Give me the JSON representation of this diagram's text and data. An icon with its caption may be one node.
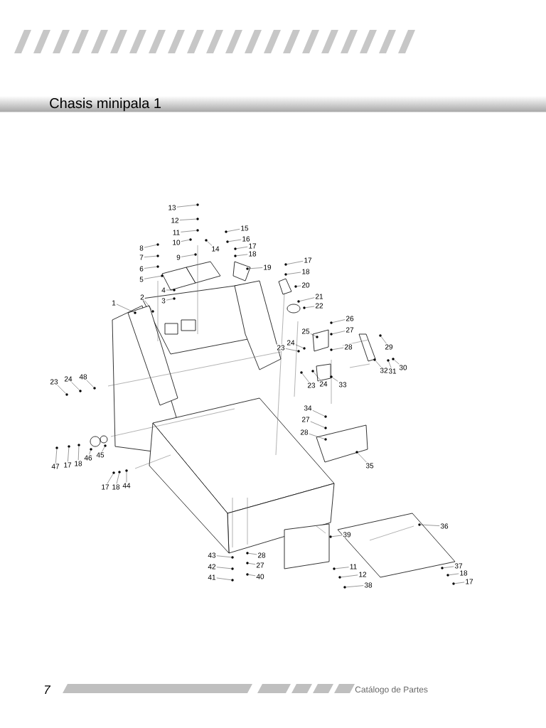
{
  "diagram": {
    "title": "Chasis minipala 1",
    "nodes": [
      {
        "text": [
          "13"
        ]
      },
      {
        "text": [
          "12"
        ]
      },
      {
        "text": [
          "11"
        ]
      },
      {
        "text": [
          "10"
        ]
      },
      {
        "text": [
          "14"
        ]
      },
      {
        "text": [
          "15"
        ]
      },
      {
        "text": [
          "16"
        ]
      },
      {
        "text": [
          "17"
        ]
      },
      {
        "text": [
          "18"
        ]
      },
      {
        "text": [
          "19"
        ]
      },
      {
        "text": [
          "9"
        ]
      },
      {
        "text": [
          "8"
        ]
      },
      {
        "text": [
          "7"
        ]
      },
      {
        "text": [
          "6"
        ]
      },
      {
        "text": [
          "5"
        ]
      },
      {
        "text": [
          "4"
        ]
      },
      {
        "text": [
          "3"
        ]
      },
      {
        "text": [
          "2"
        ]
      },
      {
        "text": [
          "1"
        ]
      },
      {
        "text": [
          "17"
        ]
      },
      {
        "text": [
          "18"
        ]
      },
      {
        "text": [
          "20"
        ]
      },
      {
        "text": [
          "21"
        ]
      },
      {
        "text": [
          "22"
        ]
      },
      {
        "text": [
          "26"
        ]
      },
      {
        "text": [
          "27"
        ]
      },
      {
        "text": [
          "28"
        ]
      },
      {
        "text": [
          "25"
        ]
      },
      {
        "text": [
          "24"
        ]
      },
      {
        "text": [
          "23"
        ]
      },
      {
        "text": [
          "29"
        ]
      },
      {
        "text": [
          "30"
        ]
      },
      {
        "text": [
          "31"
        ]
      },
      {
        "text": [
          "32"
        ]
      },
      {
        "text": [
          "33"
        ]
      },
      {
        "text": [
          "23"
        ]
      },
      {
        "text": [
          "24"
        ]
      },
      {
        "text": [
          "23"
        ]
      },
      {
        "text": [
          "24"
        ]
      },
      {
        "text": [
          "48"
        ]
      },
      {
        "text": [
          "47"
        ]
      },
      {
        "text": [
          "17"
        ]
      },
      {
        "text": [
          "18"
        ]
      },
      {
        "text": [
          "46"
        ]
      },
      {
        "text": [
          "45"
        ]
      },
      {
        "text": [
          "17"
        ]
      },
      {
        "text": [
          "18"
        ]
      },
      {
        "text": [
          "44"
        ]
      },
      {
        "text": [
          "34"
        ]
      },
      {
        "text": [
          "27"
        ]
      },
      {
        "text": [
          "28"
        ]
      },
      {
        "text": [
          "35"
        ]
      },
      {
        "text": [
          "36"
        ]
      },
      {
        "text": [
          "39"
        ]
      },
      {
        "text": [
          "11"
        ]
      },
      {
        "text": [
          "12"
        ]
      },
      {
        "text": [
          "38"
        ]
      },
      {
        "text": [
          "37"
        ]
      },
      {
        "text": [
          "18"
        ]
      },
      {
        "text": [
          "17"
        ]
      },
      {
        "text": [
          "43"
        ]
      },
      {
        "text": [
          "42"
        ]
      },
      {
        "text": [
          "41"
        ]
      },
      {
        "text": [
          "28"
        ]
      },
      {
        "text": [
          "27"
        ]
      },
      {
        "text": [
          "40"
        ]
      },
      {
        "text": [],
        "shape": "circle"
      },
      {
        "text": [],
        "shape": "circle"
      },
      {
        "text": [],
        "shape": "circle"
      },
      {
        "text": [],
        "shape": "circle"
      },
      {
        "text": [],
        "shape": "circle"
      },
      {
        "text": [],
        "shape": "circle"
      },
      {
        "text": [],
        "shape": "circle"
      },
      {
        "text": [],
        "shape": "circle"
      },
      {
        "text": [],
        "shape": "circle"
      },
      {
        "text": [],
        "shape": "circle"
      },
      {
        "text": [],
        "shape": "circle"
      },
      {
        "text": [],
        "shape": "circle"
      },
      {
        "text": [],
        "shape": "circle"
      },
      {
        "text": [],
        "shape": "circle"
      },
      {
        "text": [],
        "shape": "circle"
      },
      {
        "text": [],
        "shape": "circle"
      },
      {
        "text": [],
        "shape": "circle"
      },
      {
        "text": [],
        "shape": "circle"
      },
      {
        "text": [],
        "shape": "circle"
      },
      {
        "text": [],
        "shape": "circle"
      },
      {
        "text": [],
        "shape": "circle"
      },
      {
        "text": [],
        "shape": "circle"
      },
      {
        "text": [],
        "shape": "circle"
      },
      {
        "text": [],
        "shape": "circle"
      },
      {
        "text": [],
        "shape": "circle"
      },
      {
        "text": [],
        "shape": "circle"
      },
      {
        "text": [],
        "shape": "circle"
      },
      {
        "text": [],
        "shape": "circle"
      },
      {
        "text": [],
        "shape": "circle"
      },
      {
        "text": [],
        "shape": "circle"
      },
      {
        "text": [],
        "shape": "circle"
      },
      {
        "text": [],
        "shape": "circle"
      },
      {
        "text": [],
        "shape": "circle"
      },
      {
        "text": [],
        "shape": "circle"
      },
      {
        "text": [],
        "shape": "circle"
      },
      {
        "text": [],
        "shape": "circle"
      },
      {
        "text": [],
        "shape": "circle"
      },
      {
        "text": [],
        "shape": "circle"
      },
      {
        "text": [],
        "shape": "circle"
      },
      {
        "text": [],
        "shape": "circle"
      },
      {
        "text": [],
        "shape": "circle"
      },
      {
        "text": [],
        "shape": "circle"
      },
      {
        "text": [],
        "shape": "circle"
      },
      {
        "text": [],
        "shape": "circle"
      },
      {
        "text": [],
        "shape": "circle"
      },
      {
        "text": [],
        "shape": "circle"
      },
      {
        "text": [],
        "shape": "circle"
      },
      {
        "text": [],
        "shape": "circle"
      },
      {
        "text": [],
        "shape": "circle"
      },
      {
        "text": [],
        "shape": "circle"
      },
      {
        "text": [],
        "shape": "circle"
      },
      {
        "text": [],
        "shape": "circle"
      },
      {
        "text": [],
        "shape": "circle"
      },
      {
        "text": [],
        "shape": "circle"
      },
      {
        "text": [],
        "shape": "circle"
      },
      {
        "text": [],
        "shape": "circle"
      },
      {
        "text": [],
        "shape": "circle"
      },
      {
        "text": [],
        "shape": "circle"
      },
      {
        "text": [],
        "shape": "circle"
      },
      {
        "text": [],
        "shape": "circle"
      },
      {
        "text": [],
        "shape": "circle"
      },
      {
        "text": [],
        "shape": "circle"
      },
      {
        "text": [],
        "shape": "circle"
      },
      {
        "text": [],
        "shape": "circle"
      },
      {
        "text": [],
        "shape": "circle"
      },
      {
        "text": [],
        "shape": "circle"
      }
    ],
    "edges": [
      {
        "from": 0,
        "to": 66,
        "arrow": "none"
      },
      {
        "from": 1,
        "to": 67,
        "arrow": "none"
      },
      {
        "from": 2,
        "to": 68,
        "arrow": "none"
      },
      {
        "from": 3,
        "to": 69,
        "arrow": "none"
      },
      {
        "from": 4,
        "to": 70,
        "arrow": "none"
      },
      {
        "from": 5,
        "to": 71,
        "arrow": "none"
      },
      {
        "from": 6,
        "to": 72,
        "arrow": "none"
      },
      {
        "from": 7,
        "to": 73,
        "arrow": "none"
      },
      {
        "from": 8,
        "to": 74,
        "arrow": "none"
      },
      {
        "from": 9,
        "to": 75,
        "arrow": "none"
      },
      {
        "from": 10,
        "to": 76,
        "arrow": "none"
      },
      {
        "from": 11,
        "to": 77,
        "arrow": "none"
      },
      {
        "from": 12,
        "to": 78,
        "arrow": "none"
      },
      {
        "from": 13,
        "to": 79,
        "arrow": "none"
      },
      {
        "from": 14,
        "to": 80,
        "arrow": "none"
      },
      {
        "from": 15,
        "to": 81,
        "arrow": "none"
      },
      {
        "from": 16,
        "to": 82,
        "arrow": "none"
      },
      {
        "from": 17,
        "to": 83,
        "arrow": "none"
      },
      {
        "from": 18,
        "to": 84,
        "arrow": "none"
      },
      {
        "from": 19,
        "to": 85,
        "arrow": "none"
      },
      {
        "from": 20,
        "to": 86,
        "arrow": "none"
      },
      {
        "from": 21,
        "to": 87,
        "arrow": "none"
      },
      {
        "from": 22,
        "to": 88,
        "arrow": "none"
      },
      {
        "from": 23,
        "to": 89,
        "arrow": "none"
      },
      {
        "from": 24,
        "to": 90,
        "arrow": "none"
      },
      {
        "from": 25,
        "to": 91,
        "arrow": "none"
      },
      {
        "from": 26,
        "to": 92,
        "arrow": "none"
      },
      {
        "from": 27,
        "to": 93,
        "arrow": "none"
      },
      {
        "from": 28,
        "to": 94,
        "arrow": "none"
      },
      {
        "from": 29,
        "to": 95,
        "arrow": "none"
      },
      {
        "from": 30,
        "to": 96,
        "arrow": "none"
      },
      {
        "from": 31,
        "to": 97,
        "arrow": "none"
      },
      {
        "from": 32,
        "to": 98,
        "arrow": "none"
      },
      {
        "from": 33,
        "to": 99,
        "arrow": "none"
      },
      {
        "from": 34,
        "to": 100,
        "arrow": "none"
      },
      {
        "from": 35,
        "to": 101,
        "arrow": "none"
      },
      {
        "from": 36,
        "to": 102,
        "arrow": "none"
      },
      {
        "from": 37,
        "to": 103,
        "arrow": "none"
      },
      {
        "from": 38,
        "to": 104,
        "arrow": "none"
      },
      {
        "from": 39,
        "to": 105,
        "arrow": "none"
      },
      {
        "from": 40,
        "to": 106,
        "arrow": "none"
      },
      {
        "from": 41,
        "to": 107,
        "arrow": "none"
      },
      {
        "from": 42,
        "to": 108,
        "arrow": "none"
      },
      {
        "from": 43,
        "to": 109,
        "arrow": "none"
      },
      {
        "from": 44,
        "to": 110,
        "arrow": "none"
      },
      {
        "from": 45,
        "to": 111,
        "arrow": "none"
      },
      {
        "from": 46,
        "to": 112,
        "arrow": "none"
      },
      {
        "from": 47,
        "to": 113,
        "arrow": "none"
      },
      {
        "from": 48,
        "to": 114,
        "arrow": "none"
      },
      {
        "from": 49,
        "to": 115,
        "arrow": "none"
      },
      {
        "from": 50,
        "to": 116,
        "arrow": "none"
      },
      {
        "from": 51,
        "to": 117,
        "arrow": "none"
      },
      {
        "from": 52,
        "to": 118,
        "arrow": "none"
      },
      {
        "from": 53,
        "to": 119,
        "arrow": "none"
      },
      {
        "from": 54,
        "to": 120,
        "arrow": "none"
      },
      {
        "from": 55,
        "to": 121,
        "arrow": "none"
      },
      {
        "from": 56,
        "to": 122,
        "arrow": "none"
      },
      {
        "from": 57,
        "to": 123,
        "arrow": "none"
      },
      {
        "from": 58,
        "to": 124,
        "arrow": "none"
      },
      {
        "from": 59,
        "to": 125,
        "arrow": "none"
      },
      {
        "from": 60,
        "to": 126,
        "arrow": "none"
      },
      {
        "from": 61,
        "to": 127,
        "arrow": "none"
      },
      {
        "from": 62,
        "to": 128,
        "arrow": "none"
      },
      {
        "from": 63,
        "to": 129,
        "arrow": "none"
      },
      {
        "from": 64,
        "to": 130,
        "arrow": "none"
      },
      {
        "from": 65,
        "to": 131,
        "arrow": "none"
      }
    ],
    "labels": [
      "7",
      "Catálogo de Partes"
    ]
  }
}
